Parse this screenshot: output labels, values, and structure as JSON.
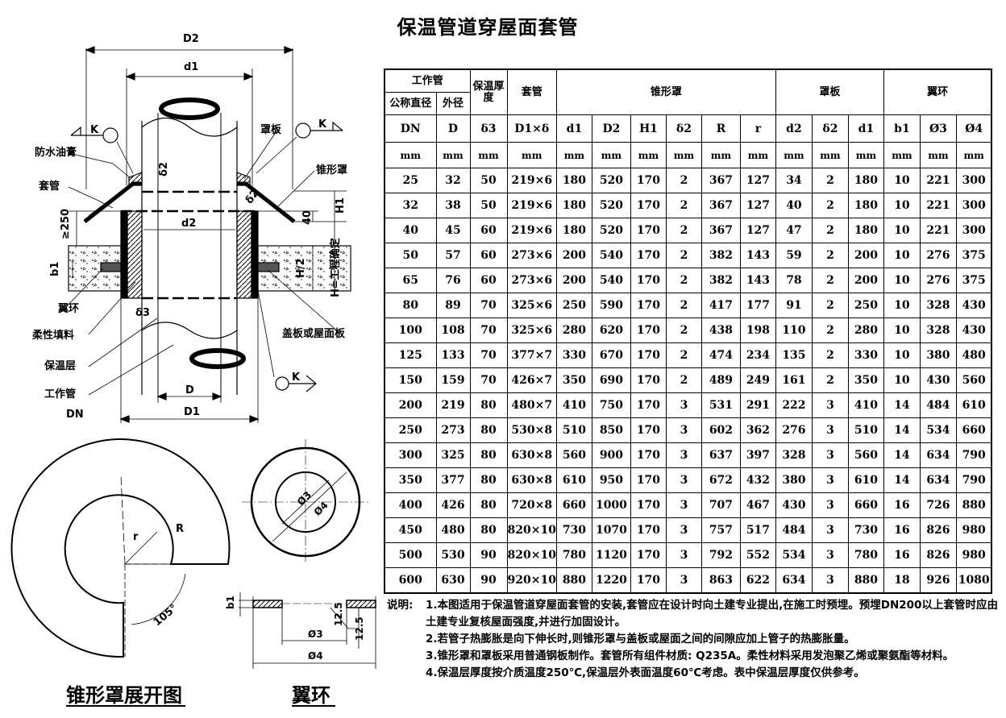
{
  "title": "保温管道穿屋面套管",
  "drawing_labels": {
    "D2": "D2",
    "d1": "d1",
    "d2": "d2",
    "D": "D",
    "D1": "D1",
    "K": "K",
    "delta2": "δ2",
    "delta3": "δ3",
    "H1": "H1",
    "forty": "40",
    "ge250": "≥250",
    "b1": "b1",
    "H_half": "H/2",
    "H_eq": "H=工程确定",
    "waterproof": "防水油膏",
    "sleeve": "套管",
    "cover_plate": "罩板",
    "cone_cover": "锥形罩",
    "wing_ring": "翼环",
    "flexible_fill": "柔性填料",
    "insulation": "保温层",
    "work_pipe": "工作管",
    "dn": "DN",
    "roof_plate": "盖板或屋面板",
    "r": "r",
    "R": "R",
    "angle": "105°",
    "phi3": "Ø3",
    "phi4": "Ø4",
    "dim125": "12.5"
  },
  "captions": {
    "cone": "锥形罩展开图",
    "ring": "翼环"
  },
  "table": {
    "group_headers": {
      "work_pipe": "工作管",
      "insulation": "保温厚度",
      "sleeve": "套管",
      "cone": "锥形罩",
      "plate": "罩板",
      "ring": "翼环"
    },
    "sub_headers": {
      "nominal": "公称直径",
      "outer": "外径"
    },
    "symbols": [
      "DN",
      "D",
      "δ3",
      "D1×δ",
      "d1",
      "D2",
      "H1",
      "δ2",
      "R",
      "r",
      "d2",
      "δ2",
      "d1",
      "b1",
      "Ø3",
      "Ø4"
    ],
    "units": [
      "mm",
      "mm",
      "mm",
      "mm",
      "mm",
      "mm",
      "mm",
      "mm",
      "mm",
      "mm",
      "mm",
      "mm",
      "mm",
      "mm",
      "mm",
      "mm"
    ],
    "rows": [
      [
        "25",
        "32",
        "50",
        "219×6",
        "180",
        "520",
        "170",
        "2",
        "367",
        "127",
        "34",
        "2",
        "180",
        "10",
        "221",
        "300"
      ],
      [
        "32",
        "38",
        "50",
        "219×6",
        "180",
        "520",
        "170",
        "2",
        "367",
        "127",
        "40",
        "2",
        "180",
        "10",
        "221",
        "300"
      ],
      [
        "40",
        "45",
        "60",
        "219×6",
        "180",
        "520",
        "170",
        "2",
        "367",
        "127",
        "47",
        "2",
        "180",
        "10",
        "221",
        "300"
      ],
      [
        "50",
        "57",
        "60",
        "273×6",
        "200",
        "540",
        "170",
        "2",
        "382",
        "143",
        "59",
        "2",
        "200",
        "10",
        "276",
        "375"
      ],
      [
        "65",
        "76",
        "60",
        "273×6",
        "200",
        "540",
        "170",
        "2",
        "382",
        "143",
        "78",
        "2",
        "200",
        "10",
        "276",
        "375"
      ],
      [
        "80",
        "89",
        "70",
        "325×6",
        "250",
        "590",
        "170",
        "2",
        "417",
        "177",
        "91",
        "2",
        "250",
        "10",
        "328",
        "430"
      ],
      [
        "100",
        "108",
        "70",
        "325×6",
        "280",
        "620",
        "170",
        "2",
        "438",
        "198",
        "110",
        "2",
        "280",
        "10",
        "328",
        "430"
      ],
      [
        "125",
        "133",
        "70",
        "377×7",
        "330",
        "670",
        "170",
        "2",
        "474",
        "234",
        "135",
        "2",
        "330",
        "10",
        "380",
        "480"
      ],
      [
        "150",
        "159",
        "70",
        "426×7",
        "350",
        "690",
        "170",
        "2",
        "489",
        "249",
        "161",
        "2",
        "350",
        "10",
        "430",
        "560"
      ],
      [
        "200",
        "219",
        "80",
        "480×7",
        "410",
        "750",
        "170",
        "3",
        "531",
        "291",
        "222",
        "3",
        "410",
        "14",
        "484",
        "610"
      ],
      [
        "250",
        "273",
        "80",
        "530×8",
        "510",
        "850",
        "170",
        "3",
        "602",
        "362",
        "276",
        "3",
        "510",
        "14",
        "534",
        "660"
      ],
      [
        "300",
        "325",
        "80",
        "630×8",
        "560",
        "900",
        "170",
        "3",
        "637",
        "397",
        "328",
        "3",
        "560",
        "14",
        "634",
        "790"
      ],
      [
        "350",
        "377",
        "80",
        "630×8",
        "610",
        "950",
        "170",
        "3",
        "672",
        "432",
        "380",
        "3",
        "610",
        "14",
        "634",
        "790"
      ],
      [
        "400",
        "426",
        "80",
        "720×8",
        "660",
        "1000",
        "170",
        "3",
        "707",
        "467",
        "430",
        "3",
        "660",
        "16",
        "726",
        "880"
      ],
      [
        "450",
        "480",
        "80",
        "820×10",
        "730",
        "1070",
        "170",
        "3",
        "757",
        "517",
        "484",
        "3",
        "730",
        "16",
        "826",
        "980"
      ],
      [
        "500",
        "530",
        "90",
        "820×10",
        "780",
        "1120",
        "170",
        "3",
        "792",
        "552",
        "534",
        "3",
        "780",
        "16",
        "826",
        "980"
      ],
      [
        "600",
        "630",
        "90",
        "920×10",
        "880",
        "1220",
        "170",
        "3",
        "863",
        "622",
        "634",
        "3",
        "880",
        "18",
        "926",
        "1080"
      ]
    ]
  },
  "notes": {
    "label": "说明:",
    "items": [
      "1.本图适用于保温管道穿屋面套管的安装,套管应在设计时向土建专业提出,在施工时预埋。预埋DN200以上套管时应由土建专业复核屋面强度,并进行加固设计。",
      "2.若管子热膨胀是向下伸长时,则锥形罩与盖板或屋面之间的间隙应加上管子的热膨胀量。",
      "3.锥形罩和罩板采用普通钢板制作。套管所有组件材质: Q235A。柔性材料采用发泡聚乙烯或聚氨酯等材料。",
      "4.保温层厚度按介质温度250℃,保温层外表面温度60℃考虑。表中保温层厚度仅供参考。"
    ]
  }
}
